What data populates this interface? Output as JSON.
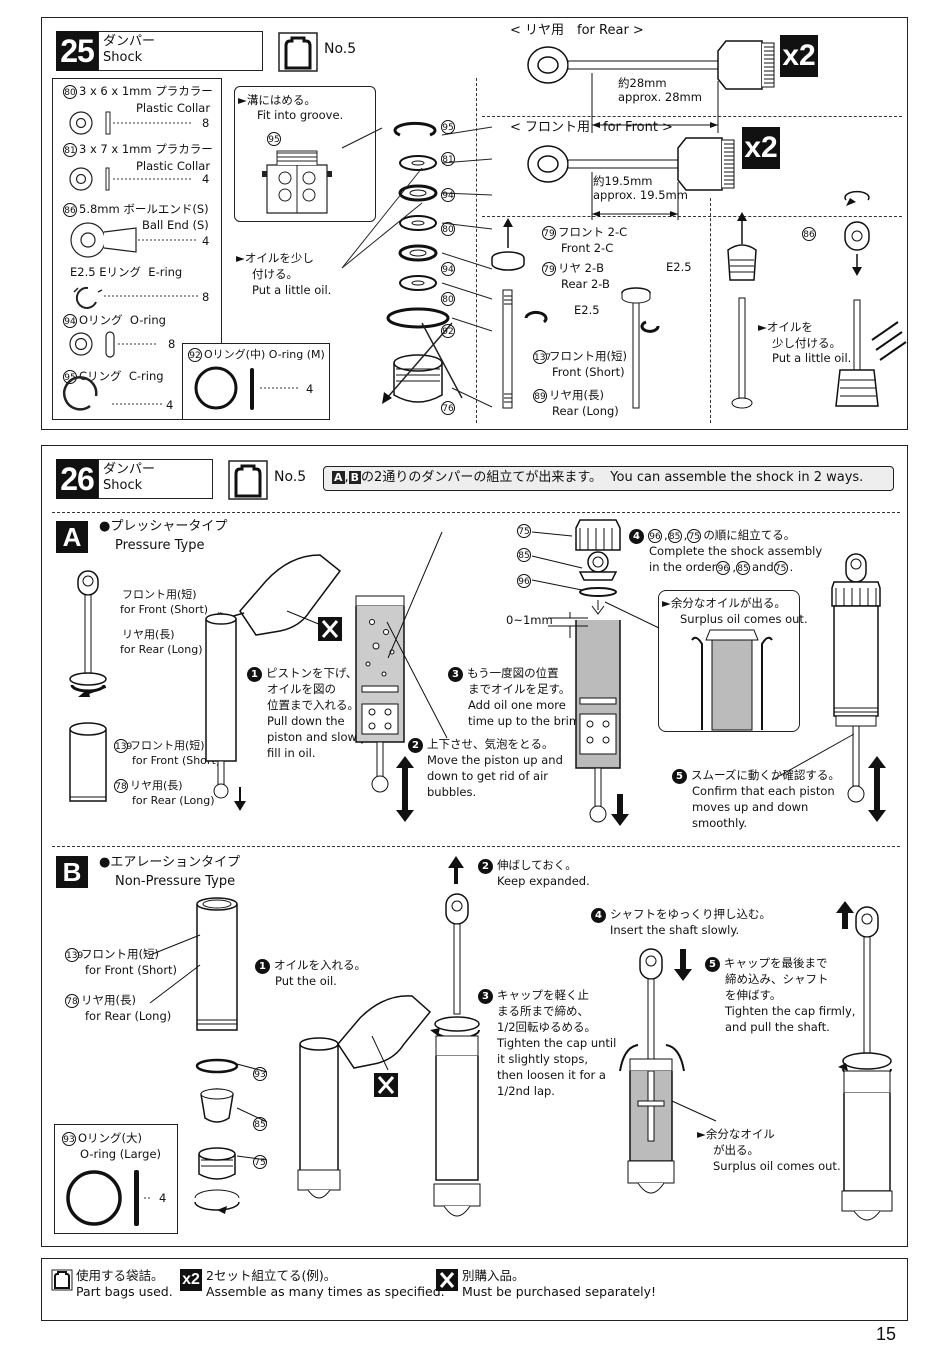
{
  "step25": {
    "number": "25",
    "title_jp": "ダンパー",
    "title_en": "Shock",
    "bag": "No.5",
    "parts": [
      {
        "num": "80",
        "jp": "3 x 6 x 1mm プラカラー",
        "en": "Plastic Collar",
        "qty": "8"
      },
      {
        "num": "81",
        "jp": "3 x 7 x 1mm プラカラー",
        "en": "Plastic Collar",
        "qty": "4"
      },
      {
        "num": "86",
        "jp": "5.8mm ボールエンド(S)",
        "en": "Ball End (S)",
        "qty": "4"
      },
      {
        "num": "",
        "jp": "E2.5 Eリング",
        "en": "E-ring",
        "qty": "8"
      },
      {
        "num": "94",
        "jp": "Oリング",
        "en": "O-ring",
        "qty": "8"
      },
      {
        "num": "95",
        "jp": "Cリング",
        "en": "C-ring",
        "qty": "4"
      },
      {
        "num": "92",
        "jp": "Oリング(中)",
        "en": "O-ring (M)",
        "qty": "4"
      }
    ],
    "groove_jp": "►溝にはめる。",
    "groove_en": "Fit into groove.",
    "oil_jp1": "►オイルを少し",
    "oil_jp2": "付ける。",
    "oil_en": "Put a little oil.",
    "callouts": [
      "95",
      "81",
      "94",
      "80",
      "94",
      "80",
      "92",
      "76"
    ],
    "rear_label": "< リヤ用　for Rear >",
    "rear_len_jp": "約28mm",
    "rear_len_en": "approx. 28mm",
    "front_label": "< フロント用　for Front >",
    "front_len_jp": "約19.5mm",
    "front_len_en": "approx. 19.5mm",
    "x2": "x2",
    "piston": {
      "front_num": "79",
      "front_jp": "フロント 2-C",
      "front_en": "Front 2-C",
      "rear_num": "79",
      "rear_jp": "リヤ 2-B",
      "rear_en": "Rear 2-B",
      "ering": "E2.5",
      "ering2": "E2.5",
      "rod_front_num": "137",
      "rod_front_jp": "フロント用(短)",
      "rod_front_en": "Front (Short)",
      "rod_rear_num": "89",
      "rod_rear_jp": "リヤ用(長)",
      "rod_rear_en": "Rear (Long)"
    },
    "ballend_num": "86",
    "oil2_jp1": "►オイルを",
    "oil2_jp2": "少し付ける。",
    "oil2_en": "Put a little oil."
  },
  "step26": {
    "number": "26",
    "title_jp": "ダンパー",
    "title_en": "Shock",
    "bag": "No.5",
    "note_a": "A",
    "note_b": "B",
    "note_jp": "の2通りのダンパーの組立てが出来ます。",
    "note_en": "You can assemble the shock in 2 ways.",
    "A": {
      "letter": "A",
      "type_jp": "●プレッシャータイプ",
      "type_en": "Pressure Type",
      "rod_front_jp": "フロント用(短)",
      "rod_front_en": "for Front (Short)",
      "rod_rear_jp": "リヤ用(長)",
      "rod_rear_en": "for Rear (Long)",
      "body_front_num": "139",
      "body_front_jp": "フロント用(短)",
      "body_front_en": "for Front (Short)",
      "body_rear_num": "78",
      "body_rear_jp": "リヤ用(長)",
      "body_rear_en": "for Rear (Long)",
      "s1_num": "1",
      "s1_jp": [
        "ピストンを下げ、",
        "オイルを図の",
        "位置まで入れる。"
      ],
      "s1_en": [
        "Pull down the",
        "piston and slowly",
        "fill in oil."
      ],
      "s2_num": "2",
      "s2_jp": "上下させ、気泡をとる。",
      "s2_en": [
        "Move the piston up and",
        "down to get rid of air",
        "bubbles."
      ],
      "s3_num": "3",
      "s3_jp": [
        "もう一度図の位置",
        "までオイルを足す。"
      ],
      "s3_en": [
        "Add oil one more",
        "time up to the brim."
      ],
      "gap": "0~1mm",
      "s4_num": "4",
      "s4_jp": "の順に組立てる。",
      "s4_parts": [
        "96",
        "85",
        "75"
      ],
      "s4_en1": "Complete the shock assembly",
      "s4_en2": "in the order",
      "s4_and": "and",
      "surplus_jp": "►余分なオイルが出る。",
      "surplus_en": "Surplus oil comes out.",
      "s5_num": "5",
      "s5_jp": "スムーズに動くか確認する。",
      "s5_en": [
        "Confirm that each piston",
        "moves up and down",
        "smoothly."
      ],
      "callouts": [
        "75",
        "85",
        "96"
      ],
      "buy": "X"
    },
    "B": {
      "letter": "B",
      "type_jp": "●エアレーションタイプ",
      "type_en": "Non-Pressure Type",
      "body_front_num": "139",
      "body_front_jp": "フロント用(短)",
      "body_front_en": "for Front (Short)",
      "body_rear_num": "78",
      "body_rear_jp": "リヤ用(長)",
      "body_rear_en": "for Rear (Long)",
      "oring_num": "93",
      "oring_jp": "Oリング(大)",
      "oring_en": "O-ring (Large)",
      "oring_qty": "4",
      "callouts": [
        "93",
        "85",
        "75"
      ],
      "s1_num": "1",
      "s1_jp": "オイルを入れる。",
      "s1_en": "Put the oil.",
      "s2_num": "2",
      "s2_jp": "伸ばしておく。",
      "s2_en": "Keep expanded.",
      "s3_num": "3",
      "s3_jp": [
        "キャップを軽く止",
        "まる所まで締め、",
        "1/2回転ゆるめる。"
      ],
      "s3_en": [
        "Tighten the cap until",
        "it slightly stops,",
        "then loosen it for a",
        "1/2nd lap."
      ],
      "s4_num": "4",
      "s4_jp": "シャフトをゆっくり押し込む。",
      "s4_en": "Insert the shaft slowly.",
      "s5_num": "5",
      "s5_jp": [
        "キャップを最後まで",
        "締め込み、シャフト",
        "を伸ばす。"
      ],
      "s5_en": [
        "Tighten the cap firmly,",
        "and pull the shaft."
      ],
      "surplus_jp": [
        "►余分なオイル",
        "が出る。"
      ],
      "surplus_en": "Surplus oil comes out.",
      "buy": "X"
    }
  },
  "legend": {
    "bag_jp": "使用する袋詰。",
    "bag_en": "Part bags used.",
    "x2": "x2",
    "x2_jp": "2セット組立てる(例)。",
    "x2_en": "Assemble as many times as specified.",
    "buy": "X",
    "buy_jp": "別購入品。",
    "buy_en": "Must be purchased separately!"
  },
  "page_number": "15"
}
